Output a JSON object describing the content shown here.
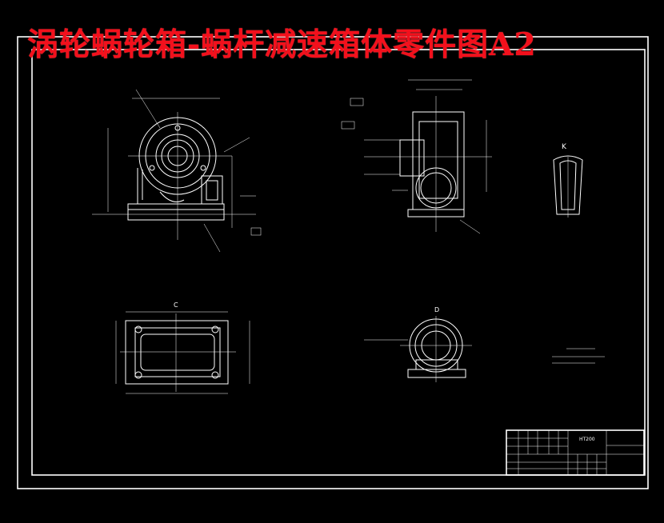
{
  "title": "涡轮蜗轮箱-蜗杆减速箱体零件图A2",
  "views": {
    "section_k_label": "K",
    "bottom_view_label": "C",
    "aux_view_label": "D"
  },
  "title_block": {
    "material": "HT200"
  }
}
